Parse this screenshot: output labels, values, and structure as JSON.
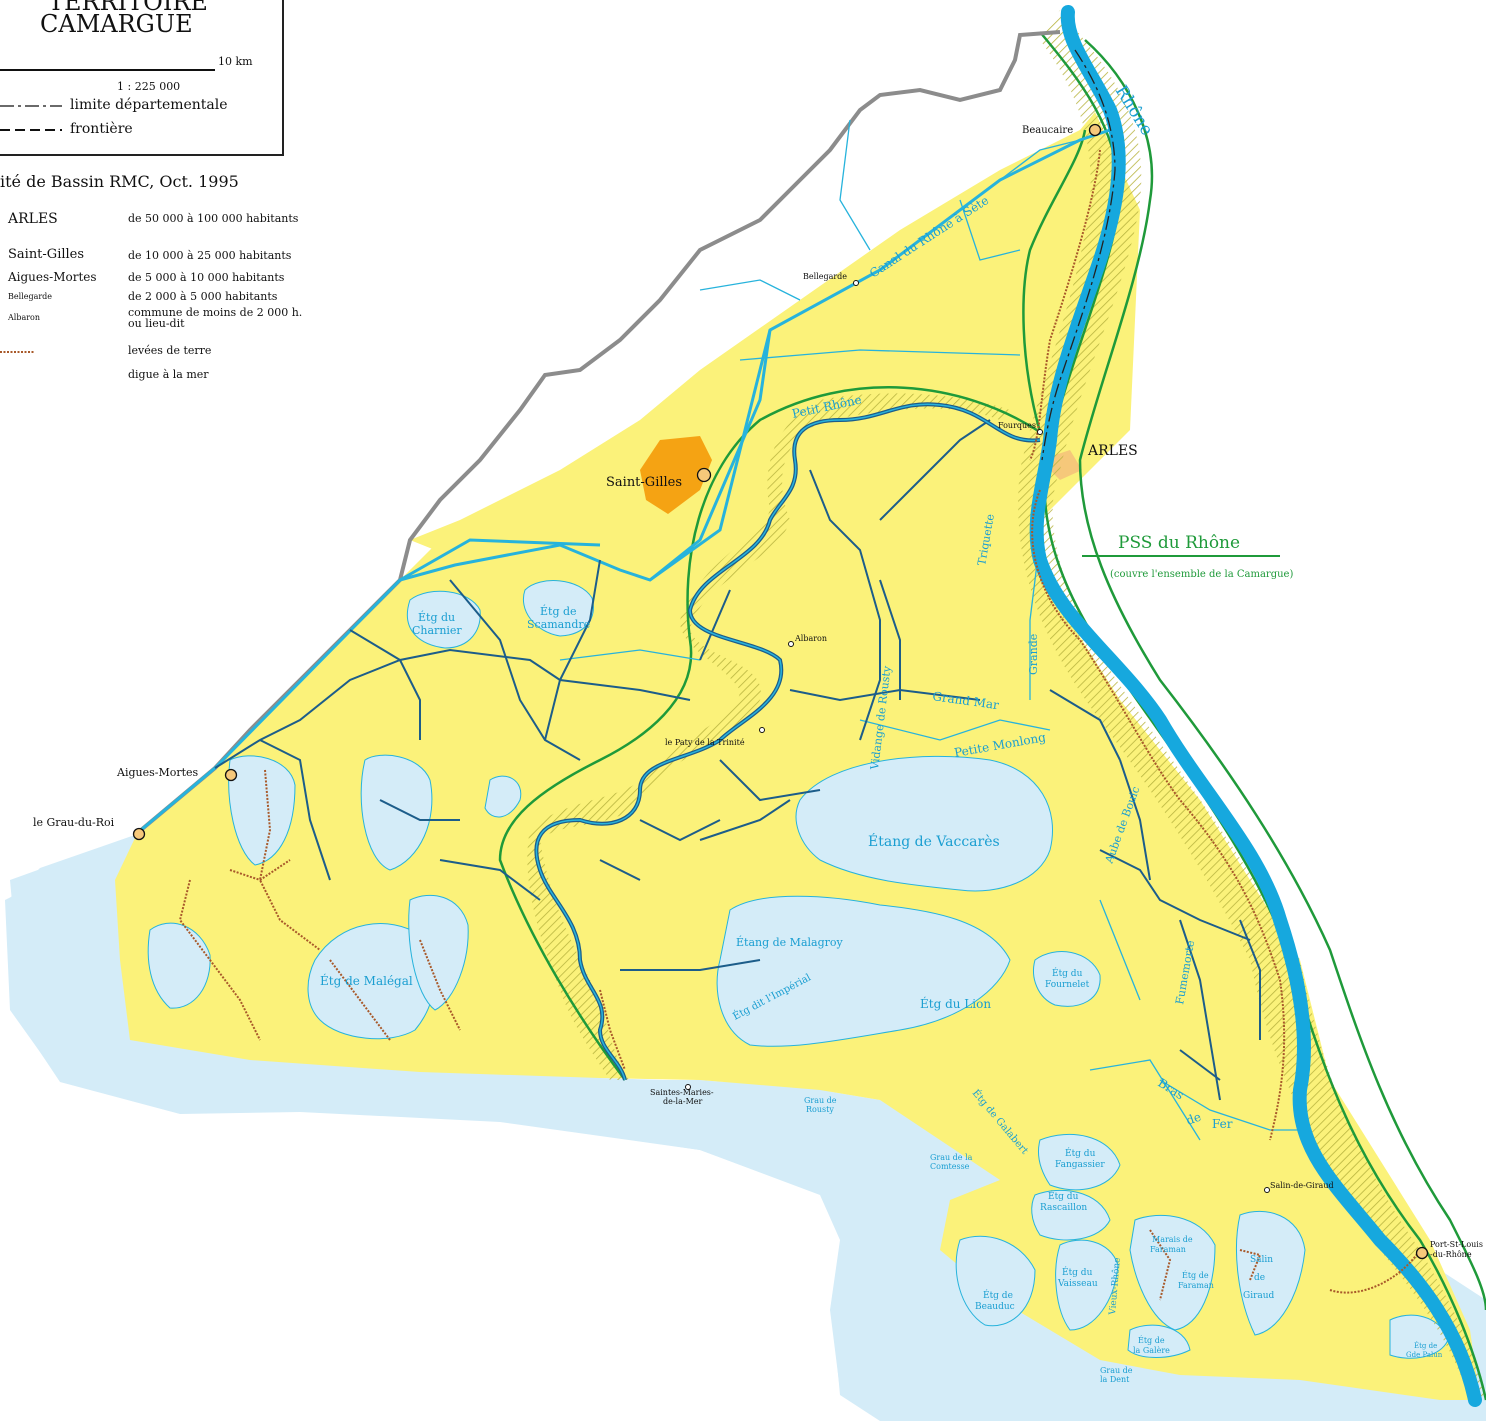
{
  "title": {
    "line1": "TERRITOIRE",
    "line2": "CAMARGUE"
  },
  "scale": {
    "km": "10 km",
    "ratio": "1 : 225 000"
  },
  "boundaries": {
    "departemental": "limite départementale",
    "frontiere": "frontière"
  },
  "source": "ité de Bassin RMC, Oct. 1995",
  "population_legend": [
    {
      "sample": "ARLES",
      "desc": "de 50 000 à 100 000 habitants"
    },
    {
      "sample": "Saint-Gilles",
      "desc": "de 10 000 à 25 000 habitants"
    },
    {
      "sample": "Aigues-Mortes",
      "desc": "de 5 000 à 10 000 habitants"
    },
    {
      "sample": "Bellegarde",
      "desc": "de 2 000 à 5 000 habitants"
    },
    {
      "sample": "Albaron",
      "desc": "commune de moins de 2 000 h.",
      "desc2": "ou lieu-dit"
    }
  ],
  "line_legend": {
    "levees": "levées de terre",
    "digue": "digue à la mer"
  },
  "pss": {
    "title": "PSS du Rhône",
    "subtitle": "(couvre l'ensemble de la Camargue)"
  },
  "towns": {
    "arles": "ARLES",
    "saint_gilles": "Saint-Gilles",
    "aigues_mortes": "Aigues-Mortes",
    "grau_du_roi": "le Grau-du-Roi",
    "beaucaire": "Beaucaire",
    "bellegarde": "Bellegarde",
    "fourques": "Fourques",
    "albaron": "Albaron",
    "paty": "le Paty de la Trinité",
    "saintes_maries_1": "Saintes-Maries-",
    "saintes_maries_2": "de-la-Mer",
    "salin_giraud": "Salin-de-Giraud",
    "port_st_louis_1": "Port-St-Louis",
    "port_st_louis_2": "-du-Rhône"
  },
  "waters": {
    "rhone": "Rhône",
    "petit_rhone": "Petit  Rhône",
    "canal": "Canal du Rhône à Sète",
    "vaccares": "Étang  de  Vaccarès",
    "charnier_1": "Étg du",
    "charnier_2": "Charnier",
    "scamandre_1": "Étg de",
    "scamandre_2": "Scamandre",
    "malegal": "Étg de Malégal",
    "malagroy": "Étang de Malagroy",
    "imperial": "Étg dit l'Impérial",
    "lion": "Étg du Lion",
    "fournelet_1": "Étg du",
    "fournelet_2": "Fournelet",
    "galabert": "Étg de Galabert",
    "fangassier_1": "Étg du",
    "fangassier_2": "Fangassier",
    "rascaillon_1": "Étg du",
    "rascaillon_2": "Rascaillon",
    "vaisseau_1": "Étg du",
    "vaisseau_2": "Vaisseau",
    "beauduc_1": "Étg de",
    "beauduc_2": "Beauduc",
    "galere_1": "Étg de",
    "galere_2": "la Galère",
    "faraman_1": "Étg de",
    "faraman_2": "Faraman",
    "marais_1": "Marais de",
    "marais_2": "Faraman",
    "salin_1": "Salin",
    "salin_2": "de",
    "salin_3": "Giraud",
    "gde_palun_1": "Étg de",
    "gde_palun_2": "Gde Palun",
    "grau_rousty_1": "Grau de",
    "grau_rousty_2": "Rousty",
    "grau_comtesse_1": "Grau de la",
    "grau_comtesse_2": "Comtesse",
    "grau_dent_1": "Grau de",
    "grau_dent_2": "la Dent",
    "vidange": "Vidange de Rousty",
    "triquette": "Triquette",
    "grande": "Grande",
    "grand_mar": "Grand Mar",
    "petite_monlong": "Petite Monlong",
    "aube_bouic": "Aube de Bouic",
    "fumemorte": "Fumemorte",
    "bras_1": "Bras",
    "bras_2": "de",
    "bras_3": "Fer",
    "vieux_rhone": "Vieux-Rhône"
  },
  "colors": {
    "sea": "#d4ecf8",
    "land": "#fbf27a",
    "water": "#27b3dc",
    "green": "#1f9a3a",
    "levee": "#a8592a",
    "orange": "#f5a313"
  }
}
